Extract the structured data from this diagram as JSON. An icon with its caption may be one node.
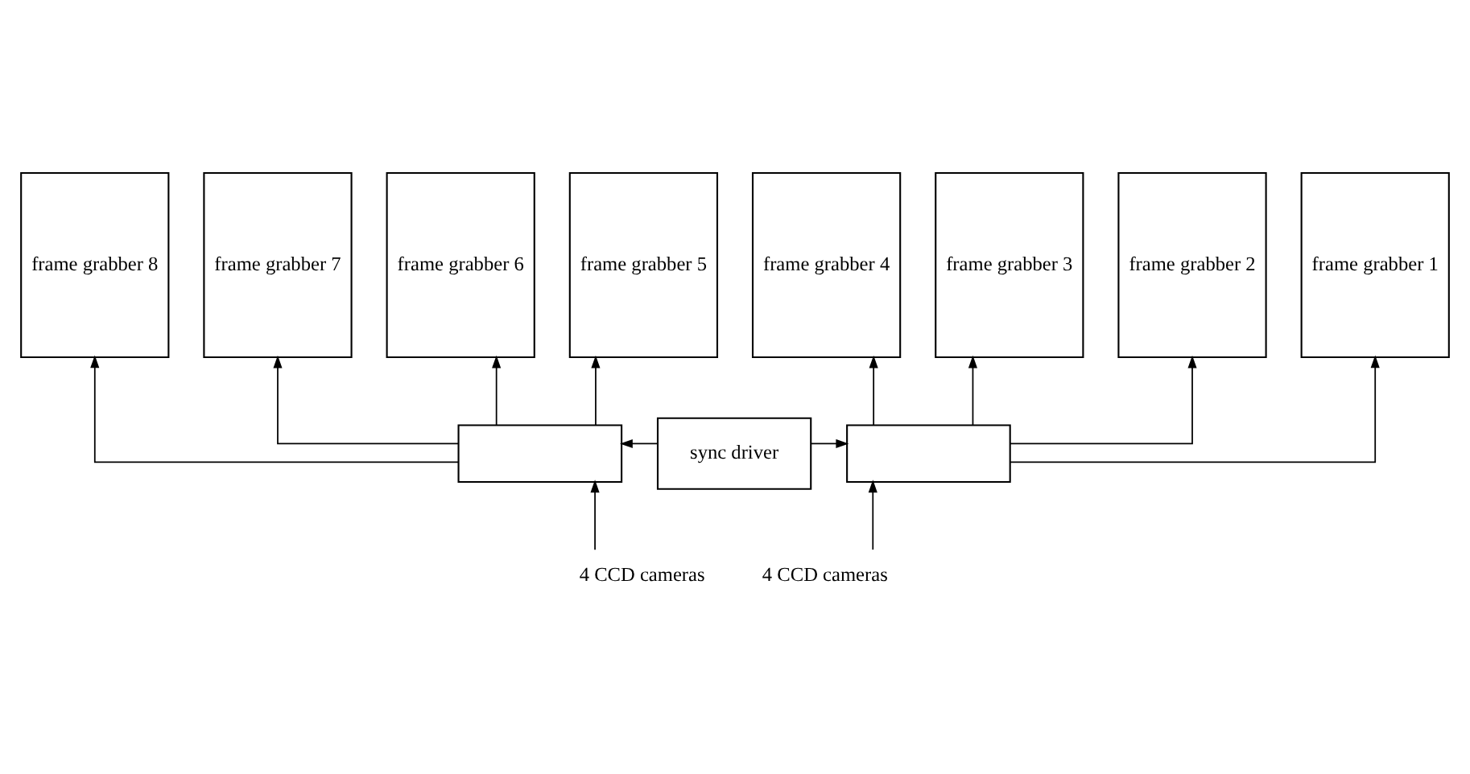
{
  "diagram": {
    "nodes": [
      {
        "text": [
          "frame grabber 8"
        ]
      },
      {
        "text": [
          "frame grabber 7"
        ]
      },
      {
        "text": [
          "frame grabber 6"
        ]
      },
      {
        "text": [
          "frame grabber 5"
        ]
      },
      {
        "text": [
          "frame grabber 4"
        ]
      },
      {
        "text": [
          "frame grabber 3"
        ]
      },
      {
        "text": [
          "frame grabber 2"
        ]
      },
      {
        "text": [
          "frame grabber 1"
        ]
      },
      {
        "text": [],
        "shape": "box"
      },
      {
        "text": [
          "sync driver"
        ]
      },
      {
        "text": [],
        "shape": "box"
      },
      {
        "text": [
          "4 CCD cameras"
        ]
      },
      {
        "text": [
          "4 CCD cameras"
        ]
      }
    ],
    "edges": [
      {
        "from": 8,
        "to": 0,
        "arrow": "to"
      },
      {
        "from": 8,
        "to": 1,
        "arrow": "to"
      },
      {
        "from": 8,
        "to": 2,
        "arrow": "to"
      },
      {
        "from": 8,
        "to": 3,
        "arrow": "to"
      },
      {
        "from": 10,
        "to": 4,
        "arrow": "to"
      },
      {
        "from": 10,
        "to": 5,
        "arrow": "to"
      },
      {
        "from": 10,
        "to": 6,
        "arrow": "to"
      },
      {
        "from": 10,
        "to": 7,
        "arrow": "to"
      },
      {
        "from": 9,
        "to": 8,
        "arrow": "to"
      },
      {
        "from": 9,
        "to": 10,
        "arrow": "to"
      },
      {
        "from": 11,
        "to": 8,
        "arrow": "to"
      },
      {
        "from": 12,
        "to": 10,
        "arrow": "to"
      }
    ]
  }
}
